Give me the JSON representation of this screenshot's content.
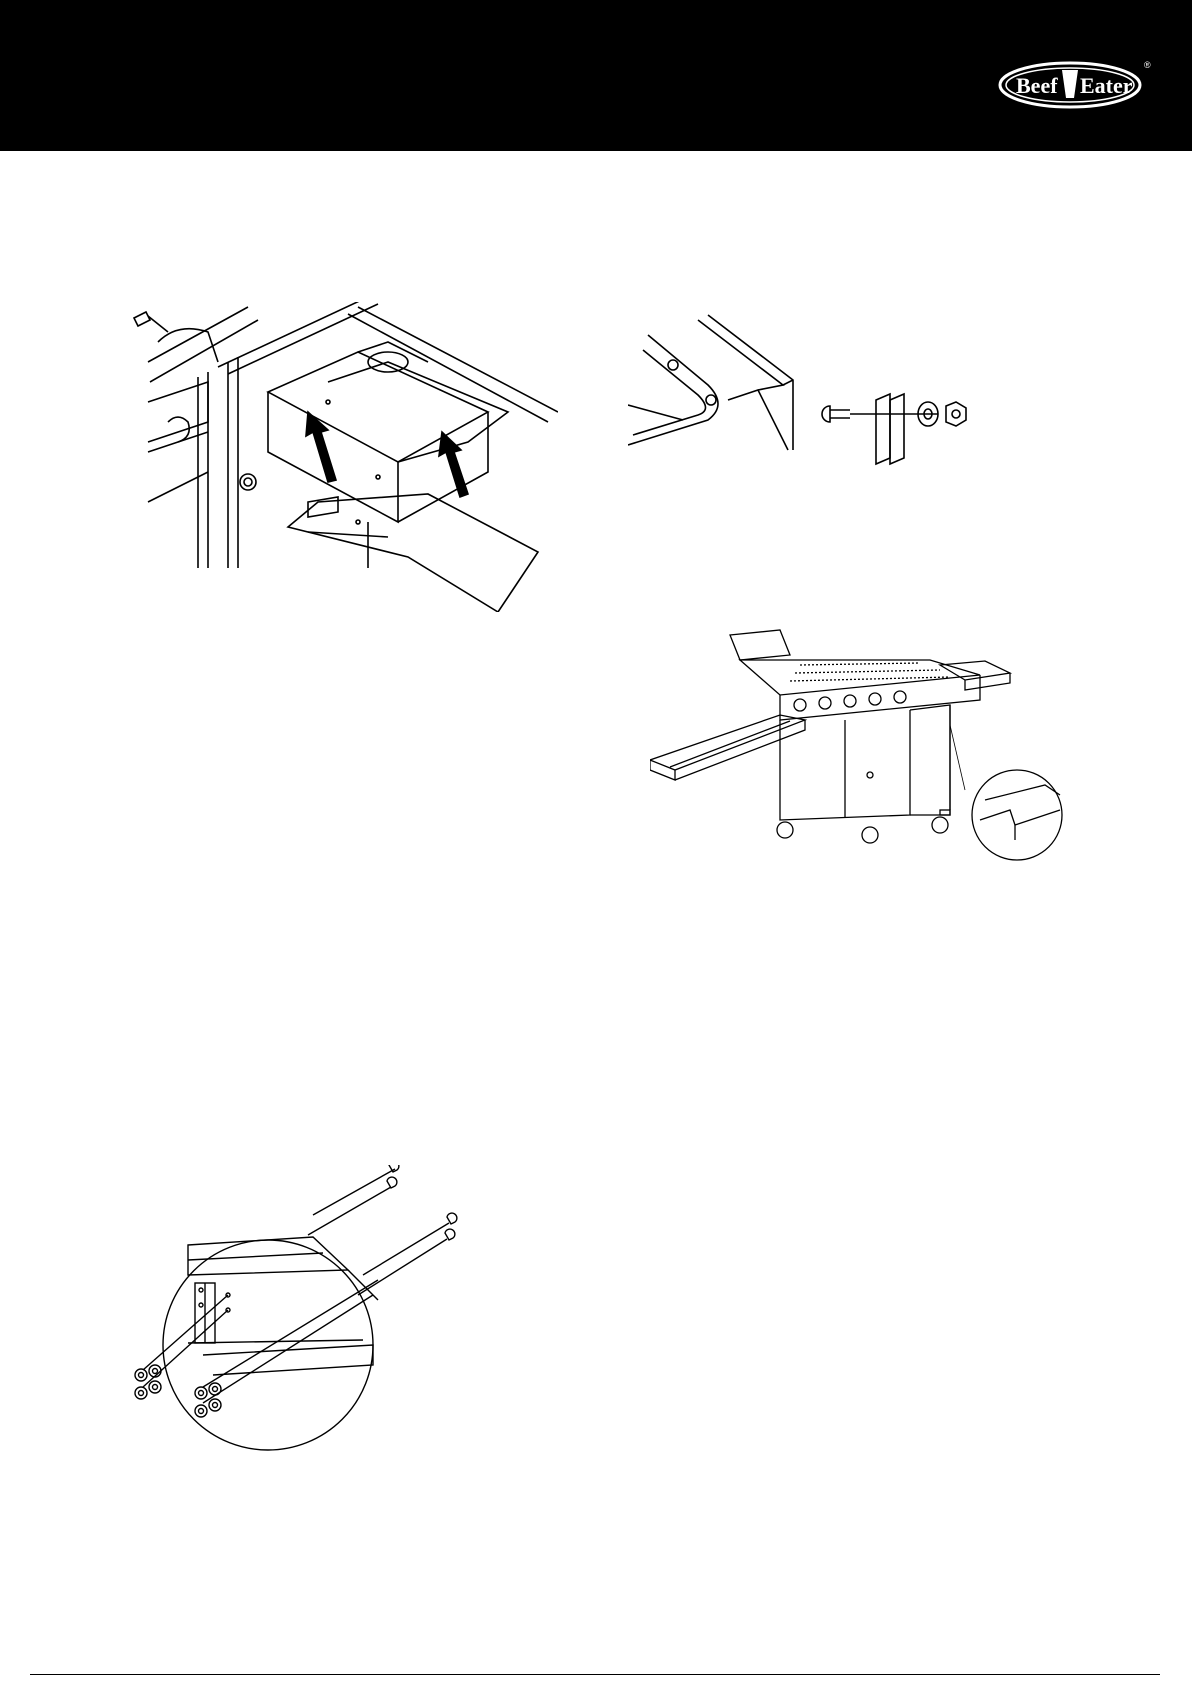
{
  "brand": {
    "name_part1": "Beef",
    "name_part2": "Eater",
    "registered_mark": "®"
  },
  "colors": {
    "header_bg": "#000000",
    "page_bg": "#ffffff",
    "line": "#000000"
  },
  "figures": [
    {
      "name": "figure-grease-tray-insertion",
      "icon": "grease-tray-diagram"
    },
    {
      "name": "figure-bolt-washer-assembly",
      "icon": "bolt-assembly-diagram"
    },
    {
      "name": "figure-bbq-trolley-side-shelf",
      "icon": "bbq-trolley-diagram"
    },
    {
      "name": "figure-panel-bolt-detail",
      "icon": "panel-bolts-diagram"
    }
  ]
}
